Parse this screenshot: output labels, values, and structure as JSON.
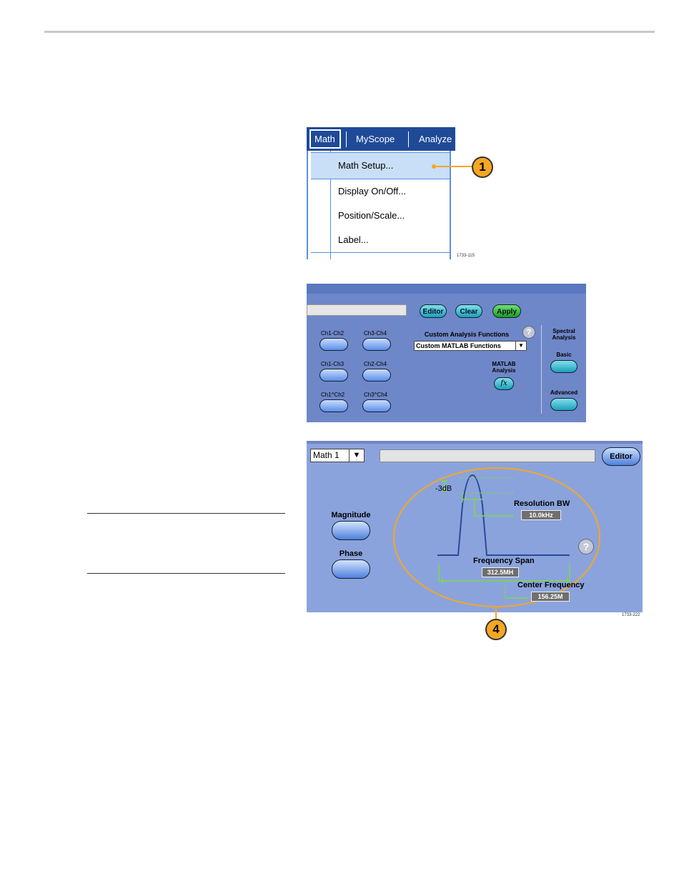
{
  "menu": {
    "tabs": [
      "Math",
      "MyScope",
      "Analyze"
    ],
    "items": [
      "Math Setup...",
      "Display On/Off...",
      "Position/Scale...",
      "Label..."
    ],
    "figure_id": "1733-115"
  },
  "callouts": {
    "first": "1",
    "second": "4"
  },
  "math_panel": {
    "editor": "Editor",
    "clear": "Clear",
    "apply": "Apply",
    "presets": [
      "Ch1-Ch2",
      "Ch3-Ch4",
      "Ch1-Ch3",
      "Ch2-Ch4",
      "Ch1^Ch2",
      "Ch3^Ch4"
    ],
    "custom_label": "Custom Analysis Functions",
    "custom_value": "Custom MATLAB Functions",
    "matlab_label": "MATLAB Analysis",
    "fx": "fx",
    "spectral_label": "Spectral Analysis",
    "basic": "Basic",
    "advanced": "Advanced",
    "help": "?"
  },
  "spectral": {
    "source": "Math 1",
    "editor": "Editor",
    "magnitude": "Magnitude",
    "phase": "Phase",
    "minus3db": "-3dB",
    "resolution_bw_label": "Resolution BW",
    "resolution_bw_value": "10.0kHz",
    "span_label": "Frequency Span",
    "span_value": "312.5MH",
    "center_label": "Center Frequency",
    "center_value": "156.25M",
    "help": "?",
    "figure_id": "1733-222"
  },
  "colors": {
    "orange": "#f5a623",
    "menu_blue": "#1f4a98",
    "diagram_green": "#7ad94a"
  }
}
